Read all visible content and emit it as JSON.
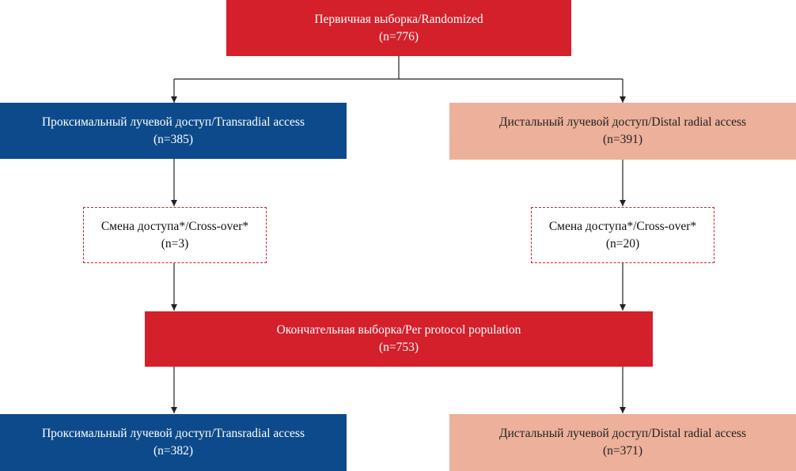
{
  "nodes": {
    "randomized": {
      "title": "Первичная выборка/Randomized",
      "n": "(n=776)"
    },
    "transradial": {
      "title": "Проксимальный лучевой доступ/Transradial access",
      "n": "(n=385)"
    },
    "distal": {
      "title": "Дистальный лучевой доступ/Distal radial access",
      "n": "(n=391)"
    },
    "crossover_left": {
      "title": "Смена доступа*/Cross-over*",
      "n": "(n=3)"
    },
    "crossover_right": {
      "title": "Смена доступа*/Cross-over*",
      "n": "(n=20)"
    },
    "per_protocol": {
      "title": "Окончательная выборка/Per protocol population",
      "n": "(n=753)"
    },
    "transradial_final": {
      "title": "Проксимальный лучевой доступ/Transradial access",
      "n": "(n=382)"
    },
    "distal_final": {
      "title": "Дистальный лучевой доступ/Distal radial access",
      "n": "(n=371)"
    }
  },
  "colors": {
    "red": "#d3202b",
    "blue": "#0d4a8c",
    "pink": "#edb09a",
    "line": "#222222"
  }
}
